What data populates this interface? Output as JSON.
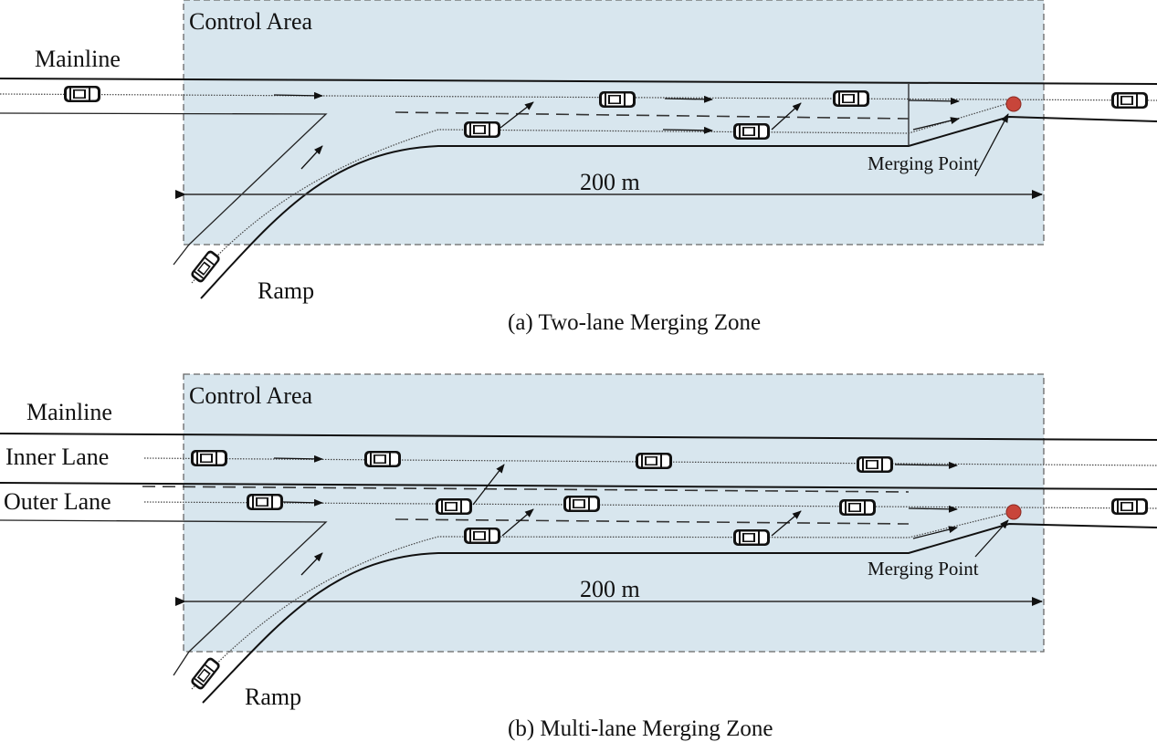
{
  "panels": [
    {
      "id": "a",
      "caption": "(a) Two-lane Merging Zone",
      "control_area_label": "Control Area",
      "mainline_label": "Mainline",
      "ramp_label": "Ramp",
      "merging_point_label": "Merging Point",
      "distance_label": "200 m",
      "vehicle_count": 7
    },
    {
      "id": "b",
      "caption": "(b) Multi-lane Merging Zone",
      "control_area_label": "Control Area",
      "mainline_label": "Mainline",
      "inner_lane_label": "Inner Lane",
      "outer_lane_label": "Outer Lane",
      "ramp_label": "Ramp",
      "merging_point_label": "Merging Point",
      "distance_label": "200 m",
      "vehicle_count": 12
    }
  ],
  "colors": {
    "control_area_fill": "#d8e6ee",
    "merging_point": "#c8453a"
  }
}
